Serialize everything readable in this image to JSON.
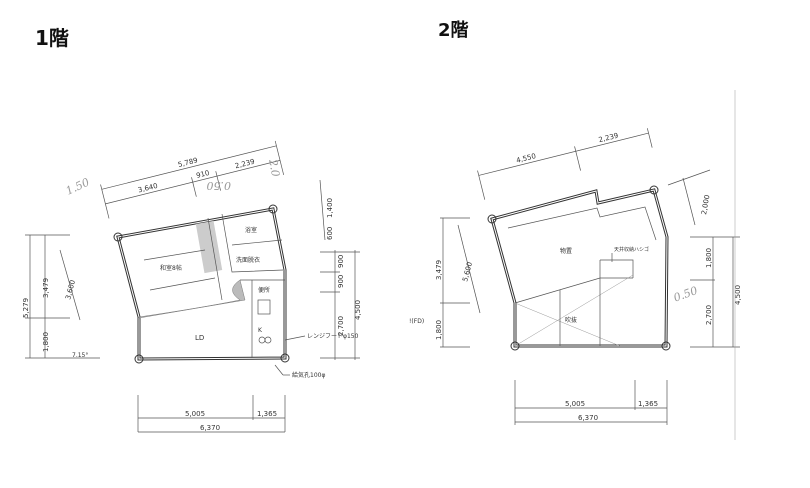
{
  "floors": [
    {
      "title": "1階",
      "rooms": {
        "washitsu": "和室8帖",
        "bath": "浴室",
        "washroom": "洗面脱衣",
        "toilet": "便所",
        "ld": "LD",
        "kitchen": "K"
      },
      "notes": {
        "range_hood": "レンジフードφ150",
        "air_inlet": "給気孔100φ"
      },
      "dims_top": {
        "total": "5,789",
        "a": "3,640",
        "b": "910",
        "c": "2,239"
      },
      "dims_left": {
        "total": "5,279",
        "upper": "3,479",
        "lower": "1,800",
        "slanted": "3,600",
        "angle": "7.15°"
      },
      "dims_right": {
        "a": "1,400",
        "b": "600",
        "c": "900",
        "d": "900",
        "e": "2,700",
        "total": "4,500"
      },
      "dims_bottom": {
        "a": "5,005",
        "b": "1,365",
        "total": "6,370"
      },
      "handwritten": {
        "left": "1.50",
        "mid": "0.50",
        "right": "2.0"
      }
    },
    {
      "title": "2階",
      "rooms": {
        "storage": "物置",
        "void": "吹抜",
        "ladder": "天井収納ハシゴ"
      },
      "notes": {
        "fd": "!(FD)"
      },
      "dims_top": {
        "a": "4,550",
        "b": "2,239"
      },
      "dims_left": {
        "upper": "3,479",
        "lower": "1,800",
        "slanted": "5,600"
      },
      "dims_right": {
        "a": "2,000",
        "b": "1,800",
        "c": "2,700",
        "total": "4,500"
      },
      "dims_bottom": {
        "a": "5,005",
        "b": "1,365",
        "total": "6,370"
      },
      "handwritten": {
        "right": "0.50"
      }
    }
  ]
}
